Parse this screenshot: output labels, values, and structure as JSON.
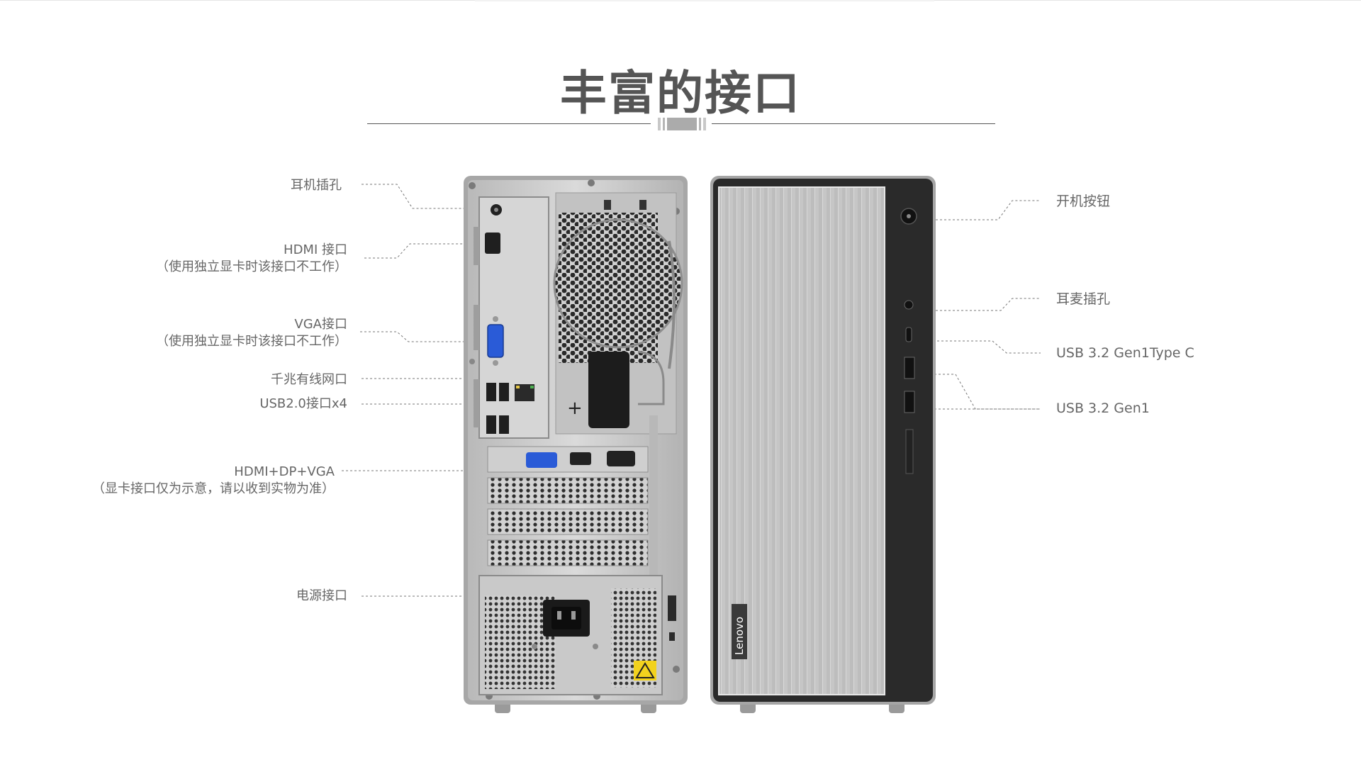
{
  "title": "丰富的接口",
  "rear_labels": [
    {
      "id": "headphone",
      "lines": [
        "耳机插孔"
      ]
    },
    {
      "id": "hdmi",
      "lines": [
        "HDMI 接口",
        "（使用独立显卡时该接口不工作）"
      ]
    },
    {
      "id": "vga",
      "lines": [
        "VGA接口",
        "（使用独立显卡时该接口不工作）"
      ]
    },
    {
      "id": "ethernet",
      "lines": [
        "千兆有线网口"
      ]
    },
    {
      "id": "usb2",
      "lines": [
        "USB2.0接口x4"
      ]
    },
    {
      "id": "gpu",
      "lines": [
        "HDMI+DP+VGA",
        "（显卡接口仅为示意，请以收到实物为准）"
      ]
    },
    {
      "id": "power",
      "lines": [
        "电源接口"
      ]
    }
  ],
  "front_labels": [
    {
      "id": "power-button",
      "text": "开机按钮"
    },
    {
      "id": "headset",
      "text": "耳麦插孔"
    },
    {
      "id": "usb-c",
      "text": "USB 3.2 Gen1Type C"
    },
    {
      "id": "usb-a",
      "text": "USB 3.2 Gen1"
    }
  ],
  "logo": "Lenovo",
  "colors": {
    "text": "#666666",
    "title": "#555555",
    "chassis_silver": "#c9c9c9",
    "front_panel": "#2a2a2a",
    "vga_blue": "#2a5bd7",
    "warning_yellow": "#f2d21e"
  }
}
